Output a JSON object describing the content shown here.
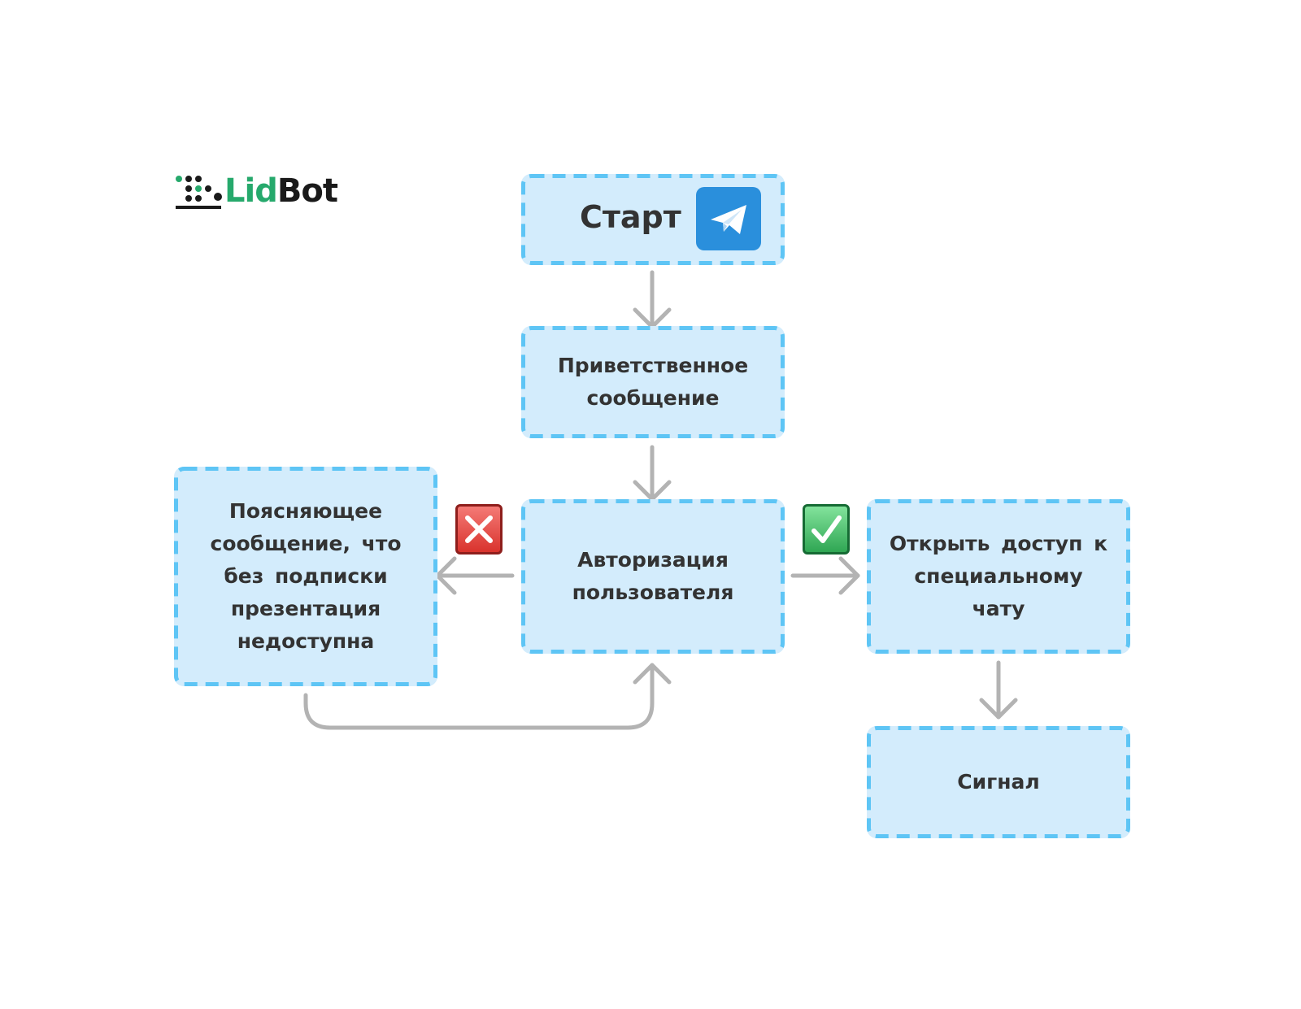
{
  "logo": {
    "brand_part1": "Lid",
    "brand_part2": "Bot"
  },
  "nodes": {
    "start": {
      "label": "Старт"
    },
    "welcome": {
      "label": "Приветственное\nсообщение"
    },
    "auth": {
      "label": "Авторизация\nпользователя"
    },
    "explain": {
      "label": "Поясняющее\nсообщение, что\nбез подписки\nпрезентация\nнедоступна"
    },
    "access": {
      "label": "Открыть доступ к\nспециальному\nчату"
    },
    "signal": {
      "label": "Сигнал"
    }
  },
  "edges": [
    {
      "from": "start",
      "to": "welcome"
    },
    {
      "from": "welcome",
      "to": "auth"
    },
    {
      "from": "auth",
      "to": "explain",
      "condition": "fail"
    },
    {
      "from": "auth",
      "to": "access",
      "condition": "success"
    },
    {
      "from": "explain",
      "to": "auth"
    },
    {
      "from": "access",
      "to": "signal"
    }
  ],
  "icons": {
    "start": "telegram-icon",
    "fail": "cross-mark-icon",
    "success": "check-mark-icon",
    "logo": "lidbot-dots-icon"
  },
  "colors": {
    "node_fill": "#d3ecfc",
    "node_border": "#5ec5f5",
    "arrow": "#b3b3b3",
    "text": "#333333",
    "brand_green": "#26a96c",
    "brand_dark": "#1a1a1a",
    "telegram_blue": "#2a8fdc",
    "fail_red": "#e0433d",
    "success_green": "#35ad5a"
  }
}
